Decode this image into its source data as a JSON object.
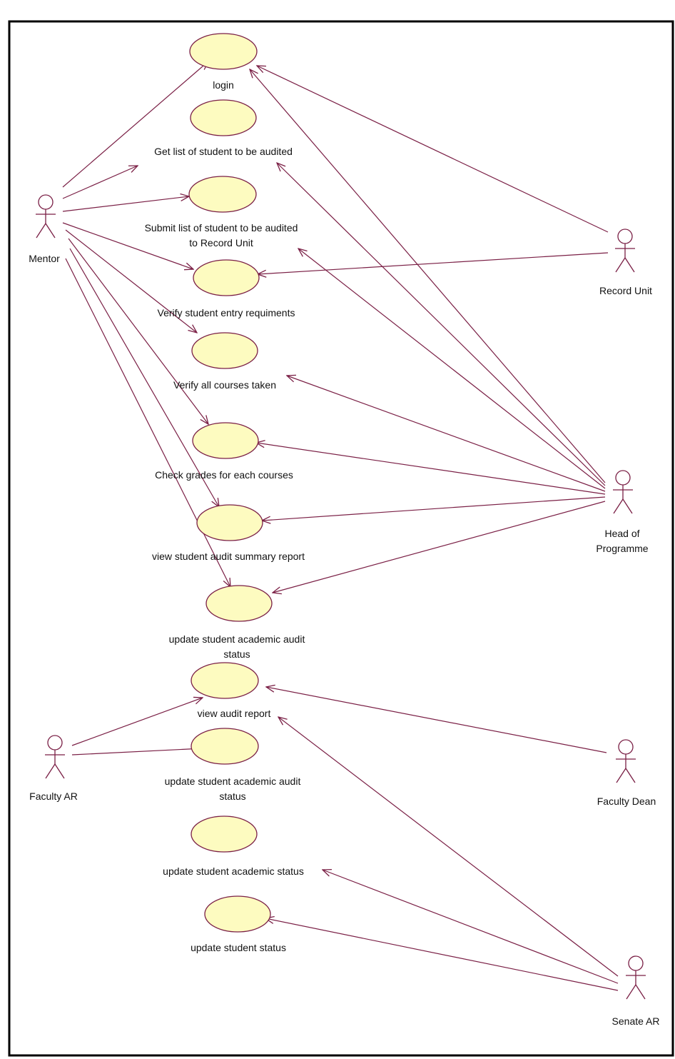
{
  "colors": {
    "usecase_fill": "#fdfbc0",
    "line": "#7a1f45",
    "frame": "#000000",
    "text": "#111111"
  },
  "actors": [
    {
      "id": "mentor",
      "label": "Mentor"
    },
    {
      "id": "record-unit",
      "label": "Record Unit"
    },
    {
      "id": "head-of-programme",
      "label": "Head of Programme"
    },
    {
      "id": "faculty-ar",
      "label": "Faculty AR"
    },
    {
      "id": "faculty-dean",
      "label": "Faculty Dean"
    },
    {
      "id": "senate-ar",
      "label": "Senate AR"
    }
  ],
  "use_cases": [
    {
      "id": "login",
      "label": "login"
    },
    {
      "id": "get-list",
      "label": "Get list of student to be audited"
    },
    {
      "id": "submit-list",
      "label": "Submit list of student to be audited to Record Unit"
    },
    {
      "id": "verify-entry",
      "label": "Verify student entry requiments"
    },
    {
      "id": "verify-courses",
      "label": "Verify all courses taken"
    },
    {
      "id": "check-grades",
      "label": "Check grades for each courses"
    },
    {
      "id": "view-summary",
      "label": "view student audit summary report"
    },
    {
      "id": "update-audit-1",
      "label": "update student academic audit status"
    },
    {
      "id": "view-audit-report",
      "label": "view audit report"
    },
    {
      "id": "update-audit-2",
      "label": "update student academic audit status"
    },
    {
      "id": "update-academic-status",
      "label": "update student academic status"
    },
    {
      "id": "update-student-status",
      "label": "update student status"
    }
  ],
  "associations": [
    {
      "from": "mentor",
      "to": "login"
    },
    {
      "from": "mentor",
      "to": "get-list"
    },
    {
      "from": "mentor",
      "to": "submit-list"
    },
    {
      "from": "mentor",
      "to": "verify-entry"
    },
    {
      "from": "mentor",
      "to": "verify-courses"
    },
    {
      "from": "mentor",
      "to": "check-grades"
    },
    {
      "from": "mentor",
      "to": "view-summary"
    },
    {
      "from": "mentor",
      "to": "update-audit-1"
    },
    {
      "from": "record-unit",
      "to": "login"
    },
    {
      "from": "record-unit",
      "to": "verify-entry"
    },
    {
      "from": "head-of-programme",
      "to": "login"
    },
    {
      "from": "head-of-programme",
      "to": "get-list"
    },
    {
      "from": "head-of-programme",
      "to": "submit-list"
    },
    {
      "from": "head-of-programme",
      "to": "verify-courses"
    },
    {
      "from": "head-of-programme",
      "to": "check-grades"
    },
    {
      "from": "head-of-programme",
      "to": "view-summary"
    },
    {
      "from": "head-of-programme",
      "to": "update-audit-1"
    },
    {
      "from": "faculty-ar",
      "to": "view-audit-report"
    },
    {
      "from": "faculty-ar",
      "to": "update-audit-2"
    },
    {
      "from": "faculty-dean",
      "to": "view-audit-report"
    },
    {
      "from": "senate-ar",
      "to": "view-audit-report"
    },
    {
      "from": "senate-ar",
      "to": "update-academic-status"
    },
    {
      "from": "senate-ar",
      "to": "update-student-status"
    }
  ]
}
